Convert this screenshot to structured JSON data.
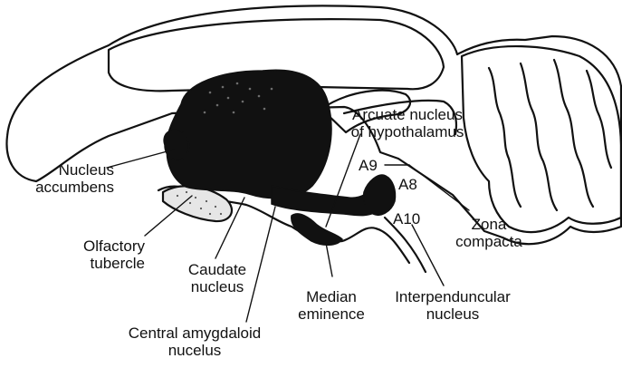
{
  "colors": {
    "ink": "#111111",
    "background": "#ffffff",
    "stipple": "#d8d8d8"
  },
  "labels": {
    "nucleus_accumbens": [
      "Nucleus",
      "accumbens"
    ],
    "olfactory_tubercle": [
      "Olfactory",
      "tubercle"
    ],
    "caudate_nucleus": [
      "Caudate",
      "nucleus"
    ],
    "central_amygdaloid_nucleus": [
      "Central amygdaloid",
      "nucelus"
    ],
    "arcuate_nucleus": [
      "Arcuate nucleus",
      "of hypothalamus"
    ],
    "a9": "A9",
    "a8": "A8",
    "a10": "A10",
    "zona_compacta": [
      "Zona",
      "compacta"
    ],
    "median_eminence": [
      "Median",
      "eminence"
    ],
    "interpeduncular_nucleus": [
      "Interpenduncular",
      "nucleus"
    ]
  }
}
